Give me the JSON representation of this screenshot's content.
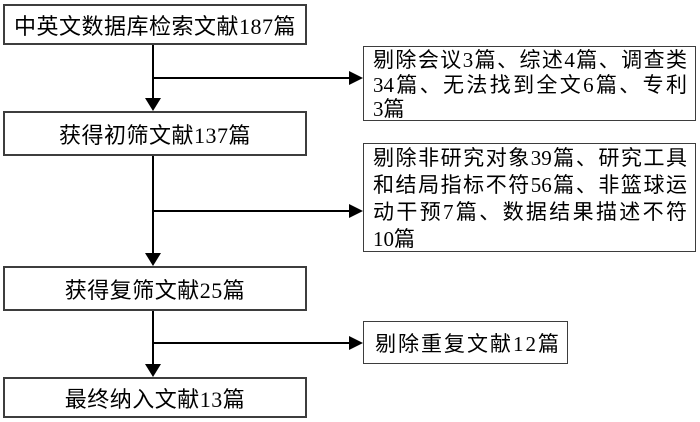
{
  "flow": {
    "left_boxes": [
      {
        "id": "database-search",
        "label": "中英文数据库检索文献187篇"
      },
      {
        "id": "initial-screening",
        "label": "获得初筛文献137篇"
      },
      {
        "id": "second-screening",
        "label": "获得复筛文献25篇"
      },
      {
        "id": "final-inclusion",
        "label": "最终纳入文献13篇"
      }
    ],
    "right_boxes": [
      {
        "id": "excluded-first-screening",
        "lines": [
          "剔除会议3篇、综述4篇、调查类",
          "34篇、无法找到全文6篇、专利",
          "3篇"
        ]
      },
      {
        "id": "excluded-second-screening",
        "lines": [
          "剔除非研究对象39篇、研究工具",
          "和结局指标不符56篇、非篮球运",
          "动干预7篇、数据结果描述不符",
          "10篇"
        ]
      },
      {
        "id": "excluded-duplicates",
        "lines": [
          "剔除重复文献12篇"
        ]
      }
    ]
  },
  "colors": {
    "background": "#ffffff",
    "box_border": "#3d3d3d",
    "connector": "#000000",
    "text": "#000000"
  }
}
